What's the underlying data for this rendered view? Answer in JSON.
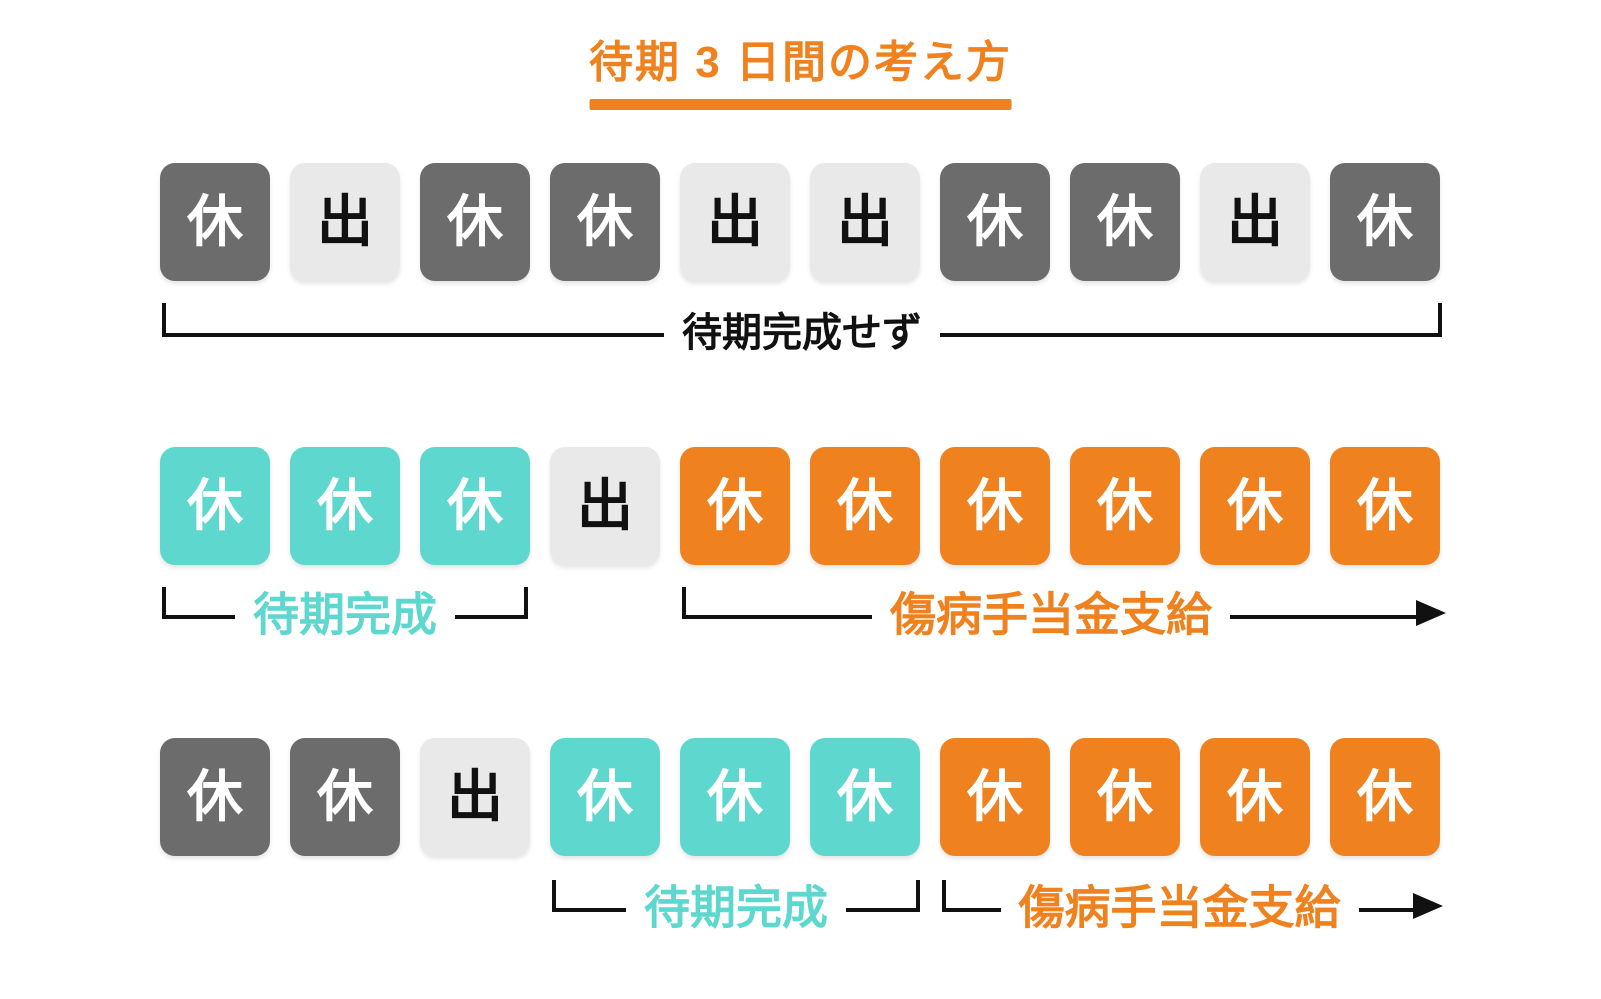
{
  "title": {
    "text": "待期 3 日間の考え方"
  },
  "colors": {
    "accent_orange": "#ef821f",
    "accent_teal": "#5ed8cf",
    "rest_gray": "#6c6c6c",
    "work_gray": "#e9e9e9",
    "line_black": "#111111",
    "background": "#ffffff"
  },
  "legend": {
    "rest_char": "休",
    "work_char": "出"
  },
  "rows": [
    {
      "bracket_label": "待期完成せず",
      "cells": [
        {
          "label": "休",
          "color": "dark",
          "type": "rest"
        },
        {
          "label": "出",
          "color": "light",
          "type": "work"
        },
        {
          "label": "休",
          "color": "dark",
          "type": "rest"
        },
        {
          "label": "休",
          "color": "dark",
          "type": "rest"
        },
        {
          "label": "出",
          "color": "light",
          "type": "work"
        },
        {
          "label": "出",
          "color": "light",
          "type": "work"
        },
        {
          "label": "休",
          "color": "dark",
          "type": "rest"
        },
        {
          "label": "休",
          "color": "dark",
          "type": "rest"
        },
        {
          "label": "出",
          "color": "light",
          "type": "work"
        },
        {
          "label": "休",
          "color": "dark",
          "type": "rest"
        }
      ]
    },
    {
      "waiting_label": "待期完成",
      "benefit_label": "傷病手当金支給",
      "cells": [
        {
          "label": "休",
          "color": "teal",
          "type": "rest"
        },
        {
          "label": "休",
          "color": "teal",
          "type": "rest"
        },
        {
          "label": "休",
          "color": "teal",
          "type": "rest"
        },
        {
          "label": "出",
          "color": "light",
          "type": "work"
        },
        {
          "label": "休",
          "color": "orange",
          "type": "rest"
        },
        {
          "label": "休",
          "color": "orange",
          "type": "rest"
        },
        {
          "label": "休",
          "color": "orange",
          "type": "rest"
        },
        {
          "label": "休",
          "color": "orange",
          "type": "rest"
        },
        {
          "label": "休",
          "color": "orange",
          "type": "rest"
        },
        {
          "label": "休",
          "color": "orange",
          "type": "rest"
        }
      ]
    },
    {
      "waiting_label": "待期完成",
      "benefit_label": "傷病手当金支給",
      "cells": [
        {
          "label": "休",
          "color": "dark",
          "type": "rest"
        },
        {
          "label": "休",
          "color": "dark",
          "type": "rest"
        },
        {
          "label": "出",
          "color": "light",
          "type": "work"
        },
        {
          "label": "休",
          "color": "teal",
          "type": "rest"
        },
        {
          "label": "休",
          "color": "teal",
          "type": "rest"
        },
        {
          "label": "休",
          "color": "teal",
          "type": "rest"
        },
        {
          "label": "休",
          "color": "orange",
          "type": "rest"
        },
        {
          "label": "休",
          "color": "orange",
          "type": "rest"
        },
        {
          "label": "休",
          "color": "orange",
          "type": "rest"
        },
        {
          "label": "休",
          "color": "orange",
          "type": "rest"
        }
      ]
    }
  ]
}
